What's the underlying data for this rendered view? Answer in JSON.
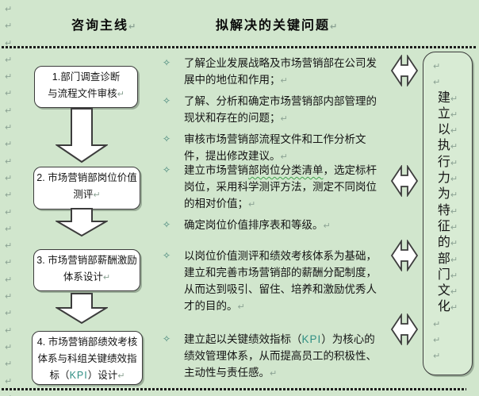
{
  "meta": {
    "pilcrow_char": "↵",
    "bullet_char": "✧",
    "margin_pilcrow_count": 24
  },
  "colors": {
    "bg": "#d1e6cd",
    "box_fill": "#ffffff",
    "tallbox_fill": "#d8ebd4",
    "text": "#141414",
    "kpi": "#2f8e83",
    "bullet": "#3f8076",
    "pilcrow": "#8ba293",
    "wavy": "#3fa04a"
  },
  "header": {
    "col1": "咨询主线",
    "col2": "拟解决的关键问题"
  },
  "flow_boxes": [
    {
      "lines": [
        [
          "1.部门调查诊断"
        ],
        [
          "与流程文件审核"
        ]
      ]
    },
    {
      "lines": [
        [
          "2. 市场营销部岗位价值"
        ],
        [
          "测评"
        ]
      ]
    },
    {
      "lines": [
        [
          "3. 市场营销部薪酬激励"
        ],
        [
          "体系设计"
        ]
      ]
    },
    {
      "lines": [
        [
          "4. 市场营销部绩效考核"
        ],
        [
          "体系与科组关键绩效指"
        ],
        [
          {
            "t": "标（",
            "s": "p"
          },
          {
            "t": "KPI",
            "s": "k"
          },
          {
            "t": "）设计",
            "s": "p"
          }
        ]
      ]
    }
  ],
  "bullet_groups": [
    {
      "items": [
        {
          "lines": [
            [
              "了解企业发展战略及市场营销部在公司发"
            ],
            [
              "展中的地位和作用；"
            ]
          ]
        },
        {
          "lines": [
            [
              "了解、分析和确定市场营销部内部管理的"
            ],
            [
              "现状和存在的问题；"
            ]
          ]
        },
        {
          "lines": [
            [
              "审核市场营销部流程文件和工作分析文"
            ],
            [
              "件，提出修改建议。"
            ]
          ]
        }
      ]
    },
    {
      "items": [
        {
          "lines": [
            [
              {
                "t": "建立市场营销",
                "s": "p"
              },
              {
                "t": "部岗位分类清单",
                "s": "w"
              },
              {
                "t": "，选定标杆",
                "s": "p"
              }
            ],
            [
              "岗位，采用科学测评方法，测定不同岗位"
            ],
            [
              "的相对价值；"
            ]
          ]
        },
        {
          "lines": [
            [
              "确定岗位价值排序表和等级。"
            ]
          ]
        }
      ]
    },
    {
      "items": [
        {
          "lines": [
            [
              "以岗位价值测评和绩效考核体系为基础，"
            ],
            [
              "建立和完善市场营销部的薪酬分配制度，"
            ],
            [
              "从而达到吸引、留住、培养和激励优秀人"
            ],
            [
              "才的目的。"
            ]
          ]
        }
      ]
    },
    {
      "items": [
        {
          "lines": [
            [
              {
                "t": "建立起以关键绩效指标（",
                "s": "p"
              },
              {
                "t": "KPI",
                "s": "k"
              },
              {
                "t": "）为核心的",
                "s": "p"
              }
            ],
            [
              "绩效管理体系，从而提高员工的积极性、"
            ],
            [
              "主动性与责任感。"
            ]
          ]
        }
      ]
    }
  ],
  "vertical_box": {
    "chars": "建立以执行力为特征的部门文化",
    "leading_pilcrows": 2,
    "trailing_pilcrows": 3
  }
}
